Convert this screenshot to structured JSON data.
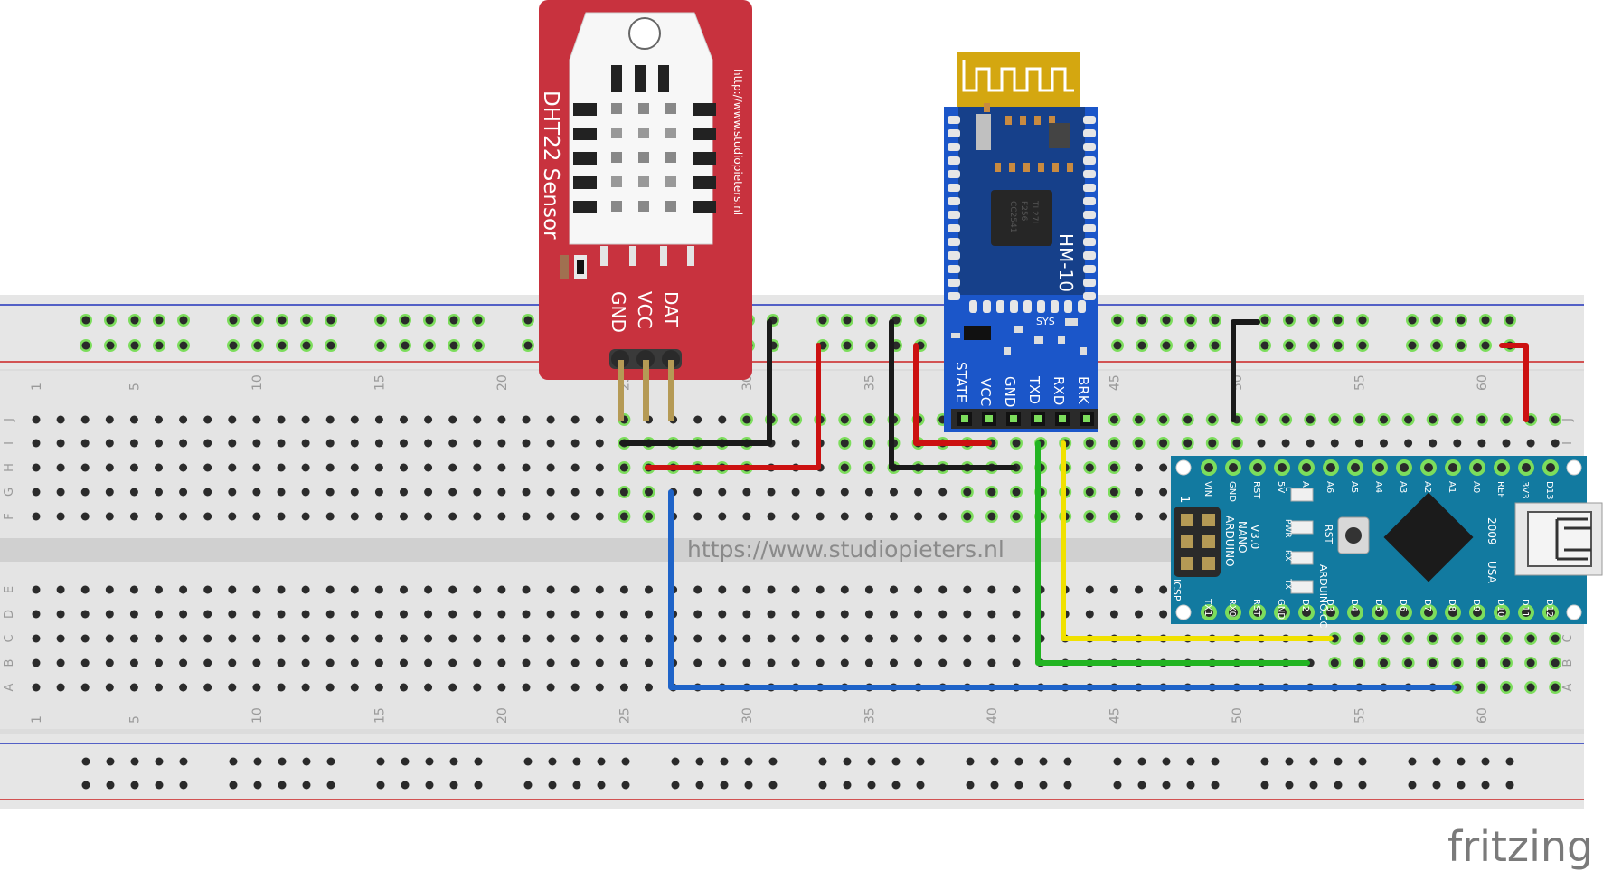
{
  "breadboard": {
    "watermark": "https://www.studiopieters.nl",
    "column_numbers": [
      "1",
      "5",
      "10",
      "15",
      "20",
      "25",
      "30",
      "35",
      "40",
      "45",
      "50",
      "55",
      "60"
    ],
    "top_row_letters": [
      "J",
      "I",
      "H",
      "G",
      "F"
    ],
    "bottom_row_letters": [
      "E",
      "D",
      "C",
      "B",
      "A"
    ]
  },
  "dht22": {
    "title": "DHT22 Sensor",
    "url": "http://www.studiopieters.nl",
    "pins": [
      "GND",
      "VCC",
      "DAT"
    ]
  },
  "hm10": {
    "name": "HM-10",
    "sys_label": "SYS",
    "chip_text": [
      "CC2541",
      "F256",
      "TI 27I"
    ],
    "pins": [
      "STATE",
      "VCC",
      "GND",
      "TXD",
      "RXD",
      "BRK"
    ]
  },
  "nano": {
    "top_pins": [
      "D13",
      "3V3",
      "REF",
      "A0",
      "A1",
      "A2",
      "A3",
      "A4",
      "A5",
      "A6",
      "A7",
      "5V",
      "RST",
      "GND",
      "VIN"
    ],
    "bottom_pins": [
      "D12",
      "D11",
      "D10",
      "D9",
      "D8",
      "D7",
      "D6",
      "D5",
      "D4",
      "D3",
      "D2",
      "GND",
      "RST",
      "RX0",
      "TX1"
    ],
    "board_text": [
      "ARDUINO",
      "NANO",
      "V3.0"
    ],
    "site_text": "ARDUINO.CC",
    "year": "2009",
    "made_in": "USA",
    "rst_label": "RST",
    "icsp_label": "ICSP",
    "icsp_pin1": "1",
    "led_labels": [
      "L",
      "PWR",
      "RX",
      "TX"
    ]
  },
  "wire_colors": {
    "black": "#1a1a1a",
    "red": "#cc1111",
    "blue": "#1e63c8",
    "green": "#22b422",
    "yellow": "#f0e100"
  },
  "footer": {
    "logo": "fritzing"
  }
}
